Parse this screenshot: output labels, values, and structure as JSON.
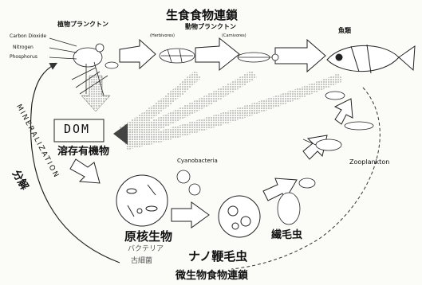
{
  "title_top": "生食食物連鎖",
  "title_bottom": "微生物食物連鎖",
  "phytoplankton": "植物プランクトン",
  "zooplankton_ja": "動物プランクトン",
  "herbivores": "(Herbivores)",
  "carnivores": "(Carnivores)",
  "fish": "魚類",
  "nutrients": [
    "Carbon Dioxide",
    "Nitrogen",
    "Phosphorus"
  ],
  "dom": "DOM",
  "dom_ja": "溶存有機物",
  "mineralization": "MINERALIZATION",
  "decomposition": "分解",
  "cyanobacteria": "Cyanobacteria",
  "zooplankton_en": "Zooplankton",
  "prokaryotes": "原核生物",
  "bacteria": "バクテリア",
  "archaea": "古細菌",
  "nanoflagellates": "ナノ鞭毛虫",
  "ciliates": "繊毛虫"
}
